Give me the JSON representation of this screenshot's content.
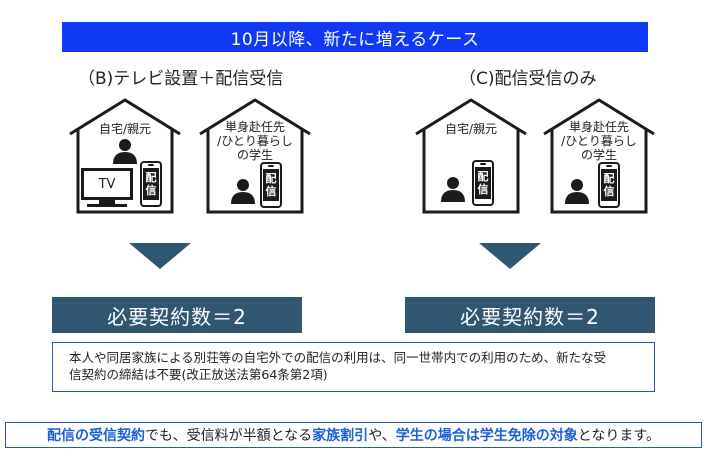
{
  "header": {
    "title": "10月以降、新たに増えるケース"
  },
  "case_b": {
    "title": "（B)テレビ設置＋配信受信",
    "house_home": {
      "label": "自宅/親元",
      "tv_label": "TV",
      "phone_label_1": "配",
      "phone_label_2": "信"
    },
    "house_single": {
      "label_line1": "単身赴任先",
      "label_line2": "/ひとり暮らし",
      "label_line3": "の学生",
      "phone_label_1": "配",
      "phone_label_2": "信"
    },
    "result": "必要契約数＝2"
  },
  "case_c": {
    "title": "（C)配信受信のみ",
    "house_home": {
      "label": "自宅/親元",
      "phone_label_1": "配",
      "phone_label_2": "信"
    },
    "house_single": {
      "label_line1": "単身赴任先",
      "label_line2": "/ひとり暮らし",
      "label_line3": "の学生",
      "phone_label_1": "配",
      "phone_label_2": "信"
    },
    "result": "必要契約数＝2"
  },
  "note": {
    "line1": "本人や同居家族による別荘等の自宅外での配信の利用は、同一世帯内での利用のため、新たな受",
    "line2": "信契約の締結は不要(改正放送法第64条第2項)"
  },
  "footer": {
    "part1": "配信の受信契約",
    "part2": "でも、受信料が半額となる",
    "part3": "家族割引",
    "part4": "や、",
    "part5": "学生の場合は学生免除の対象",
    "part6": "となります。"
  },
  "colors": {
    "header_blue": "#0f39f5",
    "result_navy": "#2f5771",
    "highlight_blue": "#1d5fd6",
    "border_blue": "#2e59a8",
    "icon_dark": "#1b1b1b"
  },
  "icons": [
    "house-icon",
    "person-icon",
    "phone-icon",
    "tv-icon",
    "down-arrow-icon"
  ]
}
